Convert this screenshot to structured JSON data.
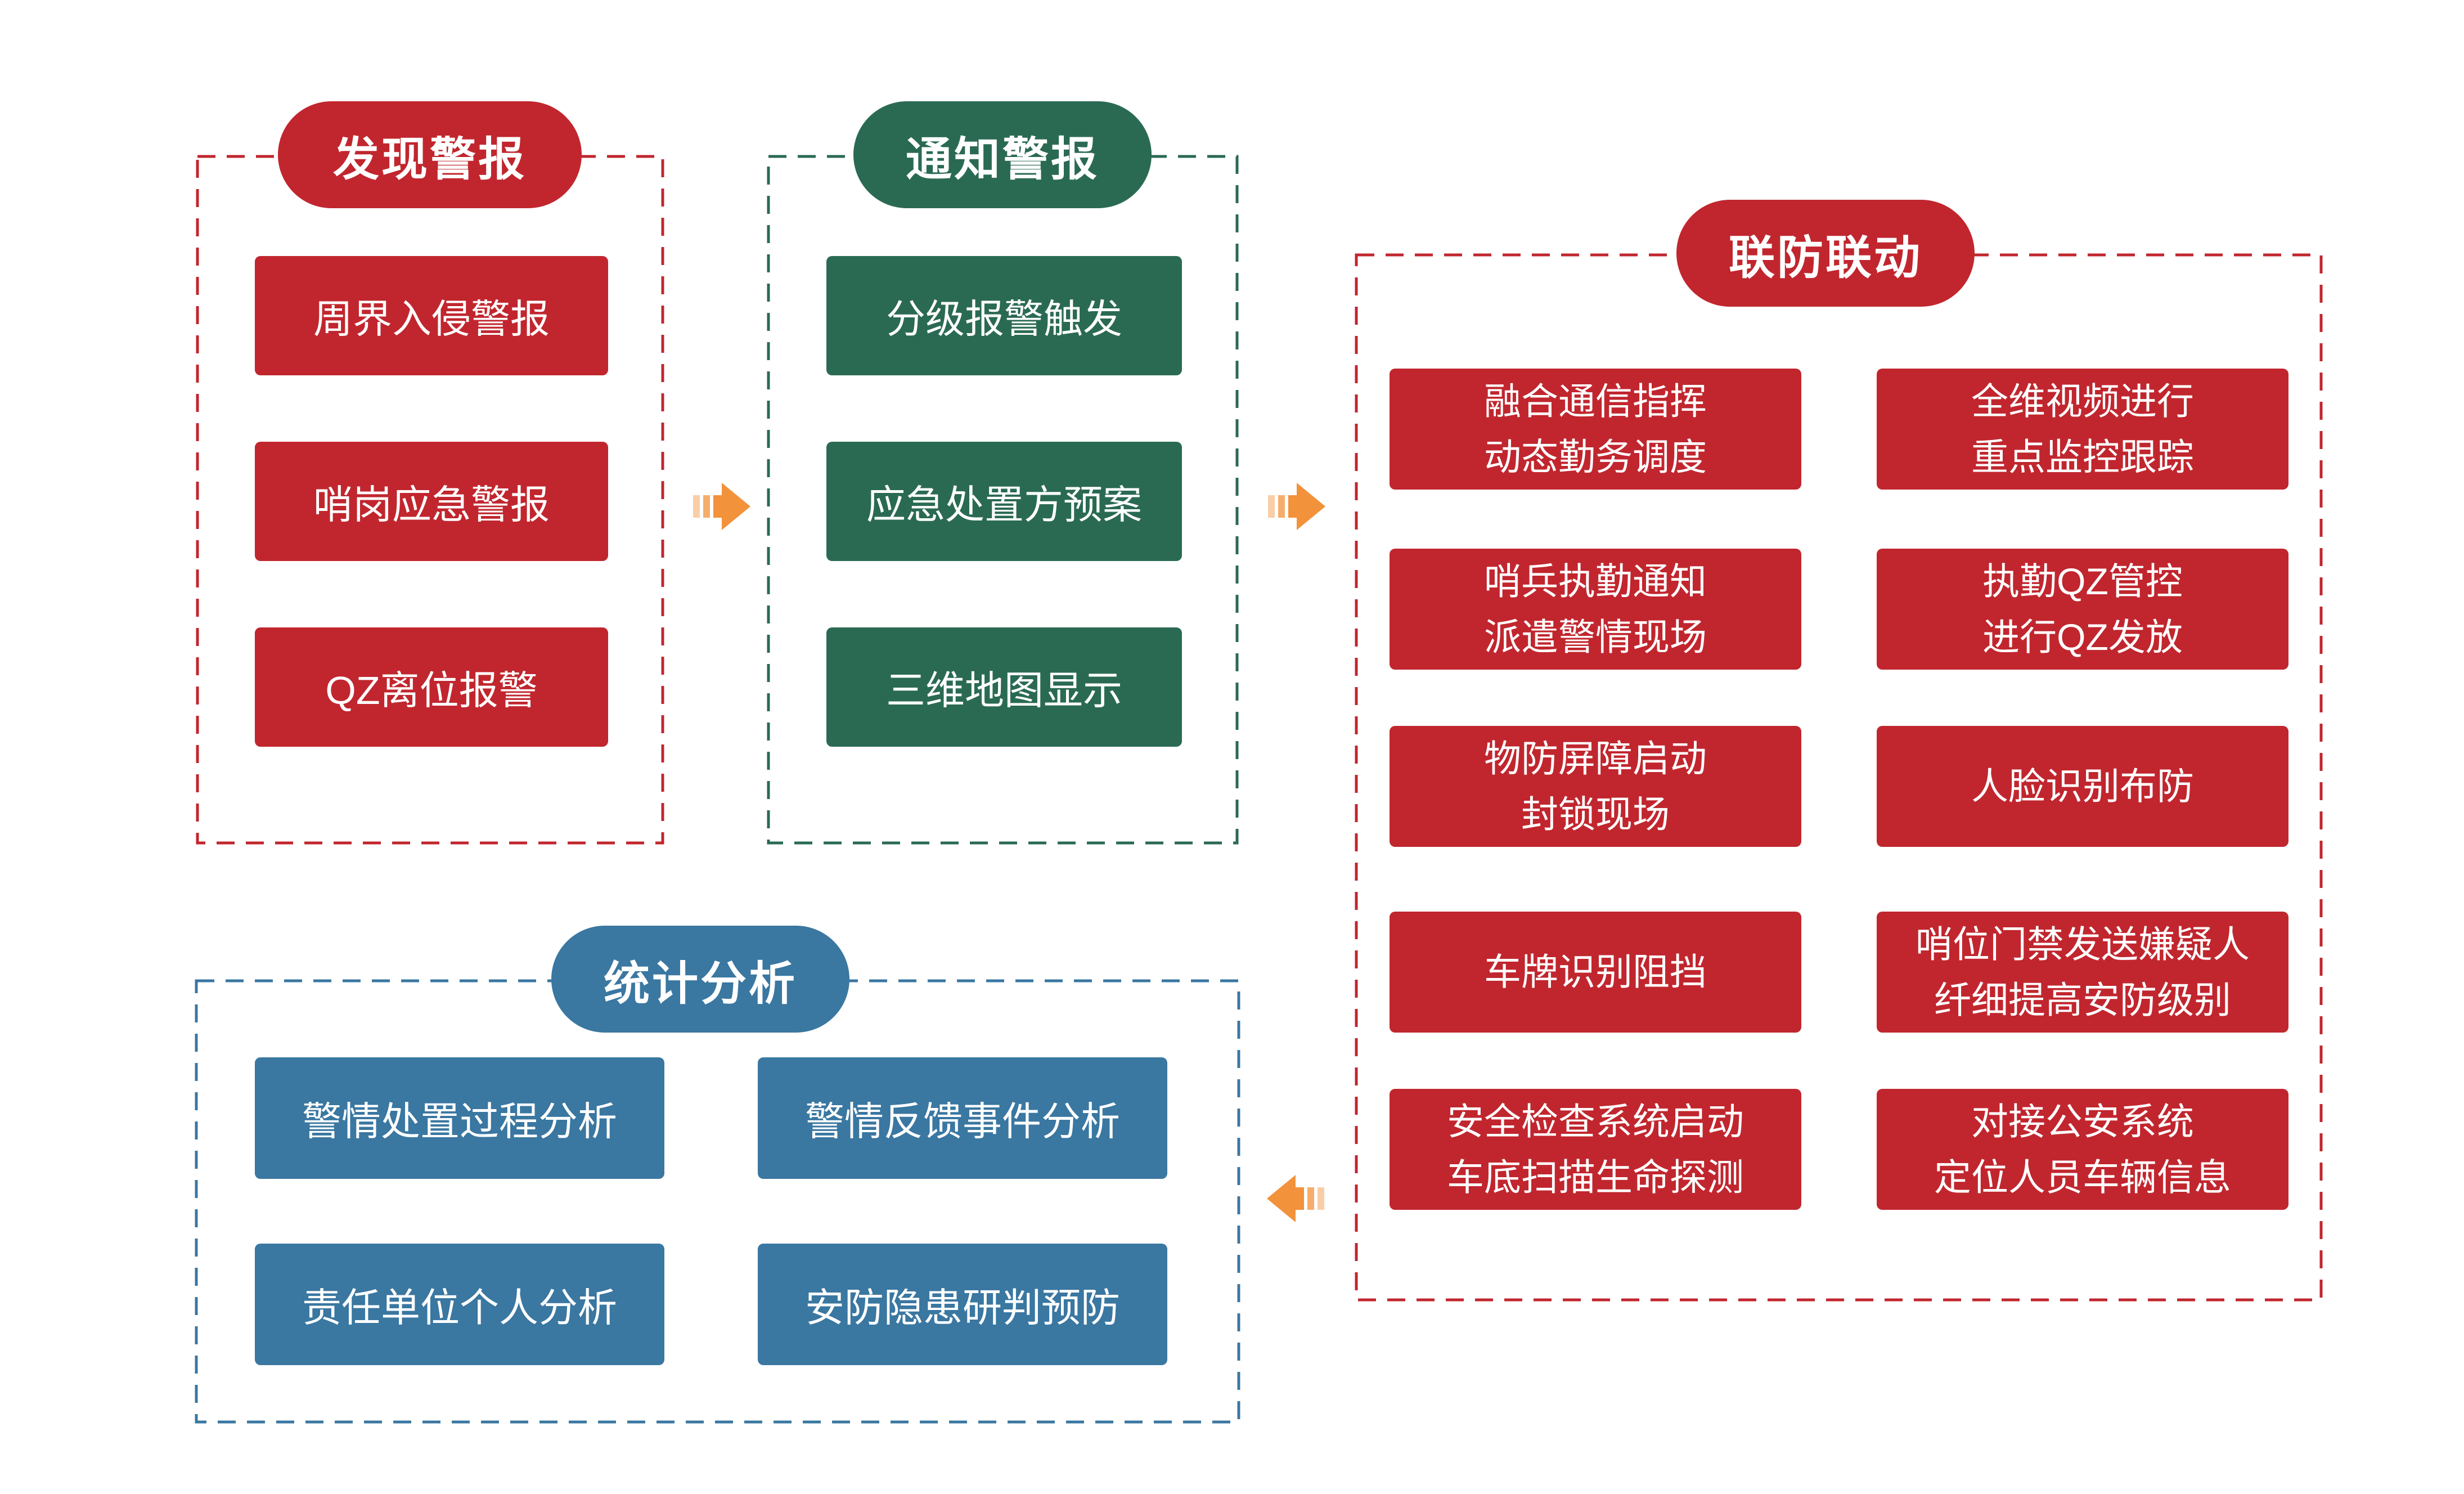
{
  "colors": {
    "red": "#C1262E",
    "green": "#2A6A53",
    "blue": "#3A77A1",
    "orange": "#F2923B",
    "background": "#FFFFFF",
    "text": "#FFFFFF"
  },
  "panels": {
    "discover": {
      "title": "发现警报",
      "items": [
        "周界入侵警报",
        "哨岗应急警报",
        "QZ离位报警"
      ]
    },
    "notify": {
      "title": "通知警报",
      "items": [
        "分级报警触发",
        "应急处置方预案",
        "三维地图显示"
      ]
    },
    "joint": {
      "title": "联防联动",
      "col1": [
        "融合通信指挥\n动态勤务调度",
        "哨兵执勤通知\n派遣警情现场",
        "物防屏障启动\n封锁现场",
        "车牌识别阻挡",
        "安全检查系统启动\n车底扫描生命探测"
      ],
      "col2": [
        "全维视频进行\n重点监控跟踪",
        "执勤QZ管控\n进行QZ发放",
        "人脸识别布防",
        "哨位门禁发送嫌疑人\n纤细提高安防级别",
        "对接公安系统\n定位人员车辆信息"
      ]
    },
    "stats": {
      "title": "统计分析",
      "items": [
        "警情处置过程分析",
        "警情反馈事件分析",
        "责任单位个人分析",
        "安防隐患研判预防"
      ]
    }
  },
  "arrows": [
    {
      "id": "arrow-1",
      "direction": "right"
    },
    {
      "id": "arrow-2",
      "direction": "right"
    },
    {
      "id": "arrow-3",
      "direction": "left"
    }
  ]
}
